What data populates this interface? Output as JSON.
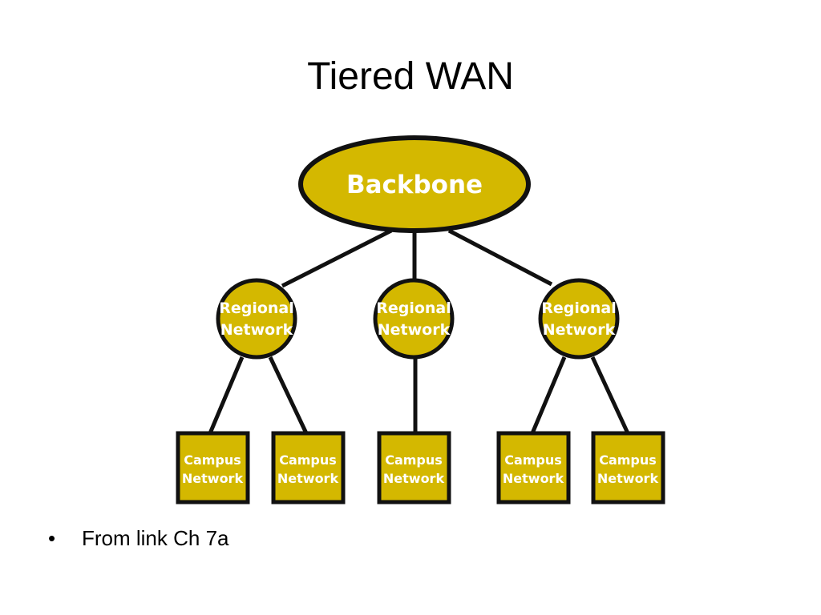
{
  "title": "Tiered WAN",
  "colors": {
    "node_fill": "#d4b800",
    "stroke": "#111111",
    "text": "#ffffff"
  },
  "nodes": {
    "backbone": {
      "label": "Backbone"
    },
    "regional": [
      {
        "line1": "Regional",
        "line2": "Network"
      },
      {
        "line1": "Regional",
        "line2": "Network"
      },
      {
        "line1": "Regional",
        "line2": "Network"
      }
    ],
    "campus": [
      {
        "line1": "Campus",
        "line2": "Network"
      },
      {
        "line1": "Campus",
        "line2": "Network"
      },
      {
        "line1": "Campus",
        "line2": "Network"
      },
      {
        "line1": "Campus",
        "line2": "Network"
      },
      {
        "line1": "Campus",
        "line2": "Network"
      }
    ]
  },
  "bullets": [
    {
      "marker": "•",
      "text": "From link Ch 7a"
    }
  ]
}
